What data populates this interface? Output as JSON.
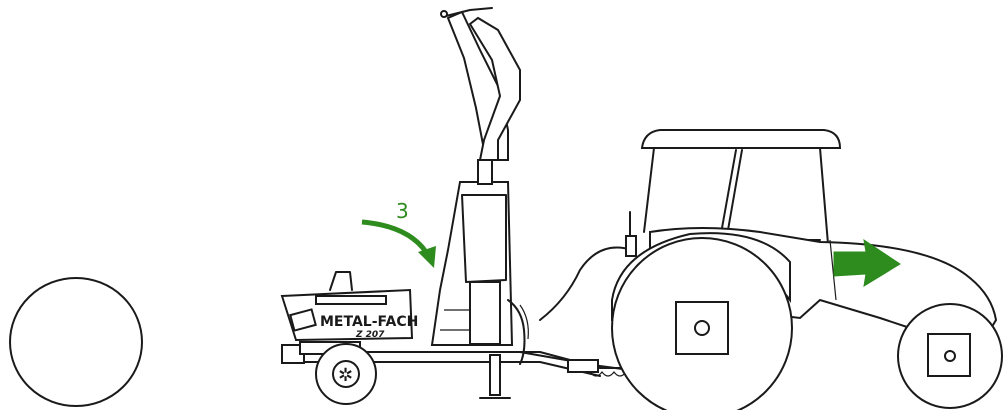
{
  "labels": {
    "callout_number": "3",
    "brand": "METAL-FACH",
    "model": "Z 207"
  },
  "colors": {
    "accent": "#2e8b1e",
    "line": "#1a1a1a",
    "background": "#ffffff"
  },
  "icons": {
    "direction_arrow": "arrow-right-icon",
    "callout_arrow": "curved-arrow-icon",
    "wheel_hub_star": "star-icon"
  }
}
